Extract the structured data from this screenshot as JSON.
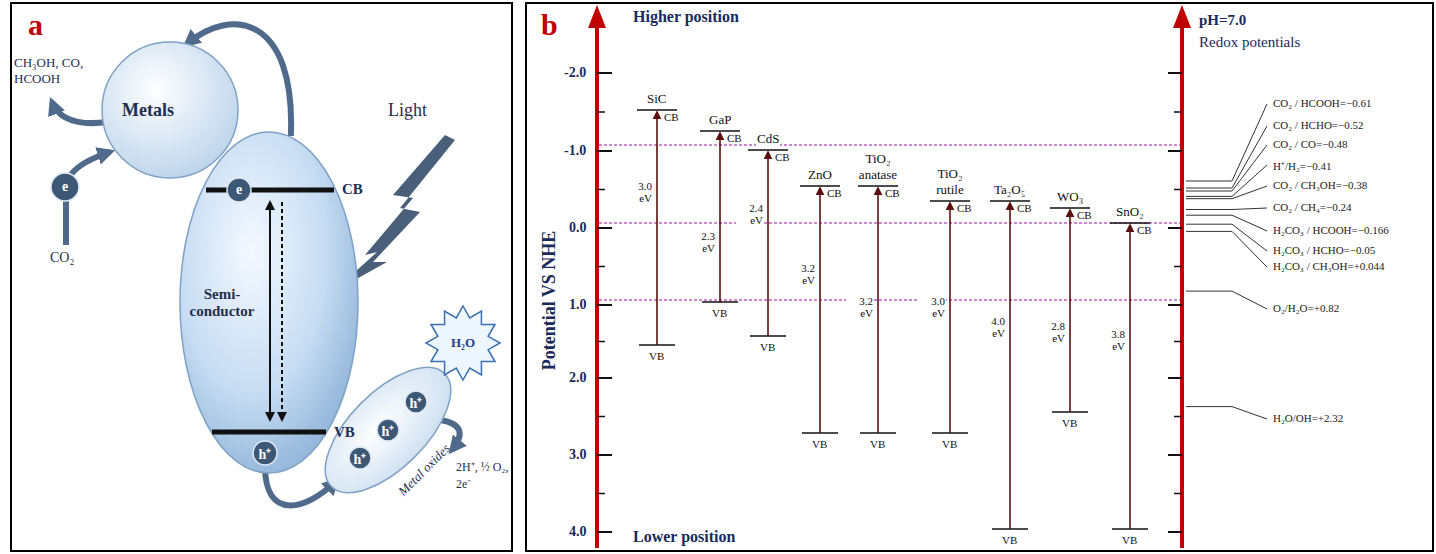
{
  "diagram": {
    "nodes": [
      {
        "text": [
          "a"
        ]
      },
      {
        "text": [
          "Metals"
        ],
        "in": 0
      },
      {
        "text": [
          "e"
        ],
        "in": 0
      },
      {
        "text": [
          "Semi- conductor"
        ],
        "in": 0
      },
      {
        "text": [
          "e"
        ],
        "in": 3
      },
      {
        "text": [
          "h⁺"
        ],
        "in": 3
      },
      {
        "text": [
          "Metal oxides"
        ],
        "in": 0
      },
      {
        "text": [
          "h⁺"
        ],
        "in": 6
      },
      {
        "text": [
          "h⁺"
        ],
        "in": 6
      },
      {
        "text": [
          "h⁺"
        ],
        "in": 6
      },
      {
        "text": [
          "H₂O"
        ],
        "in": 0
      },
      {
        "text": [
          "b"
        ]
      }
    ],
    "edges": [
      {
        "from": 3,
        "to": 1,
        "arrow": "to"
      },
      {
        "from": 5,
        "to": 6,
        "arrow": "to"
      }
    ],
    "labels": [
      "CH₃OH, CO, HCOOH",
      "CO₂",
      "Light",
      "CB",
      "VB",
      "2H⁺, ½ O₂, 2e⁻",
      "Higher position",
      "Lower position",
      "-2.0",
      "-1.0",
      "0.0",
      "1.0",
      "2.0",
      "3.0",
      "4.0",
      "Potential VS NHE",
      "pH=7.0",
      "Redox potentials",
      "SiC",
      "CB",
      "3.0 eV",
      "VB",
      "GaP",
      "CB",
      "2.3 eV",
      "VB",
      "CdS",
      "CB",
      "2.4 eV",
      "VB",
      "ZnO",
      "CB",
      "3.2 eV",
      "VB",
      "TiO₂ anatase",
      "CB",
      "3.2 eV",
      "VB",
      "TiO₂ rutile",
      "CB",
      "3.0 eV",
      "VB",
      "Ta₂O₅",
      "CB",
      "4.0 eV",
      "VB",
      "WO₃",
      "CB",
      "2.8 eV",
      "VB",
      "SnO₂",
      "CB",
      "3.8 eV",
      "VB",
      "CO₂ / HCOOH=−0.61",
      "CO₂ / HCHO=−0.52",
      "CO₂ / CO=−0.48",
      "H⁺/H₂=−0.41",
      "CO₂ / CH₃OH=−0.38",
      "CO₂ / CH₄=−0.24",
      "H₂CO₃ / HCOOH=−0.166",
      "H₂CO₃ / HCHO=−0.05",
      "H₂CO₃ / CH₃OH=+0.044",
      "O₂/H₂O=+0.82",
      "H₂O/OH=+2.32"
    ]
  }
}
